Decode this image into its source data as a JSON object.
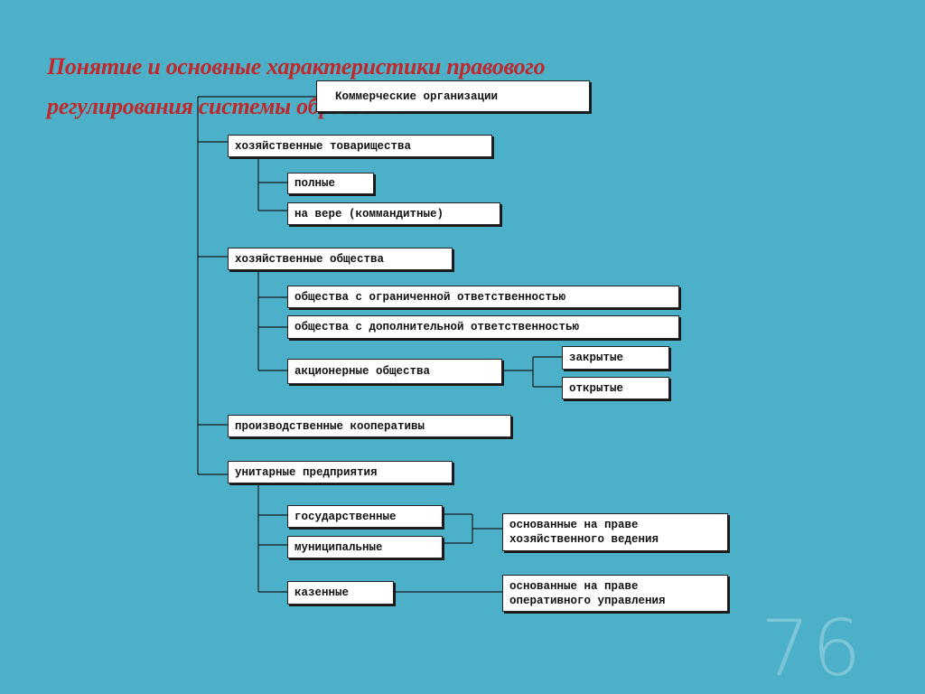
{
  "title": {
    "line1": "Понятие и основные характеристики правового",
    "line2": "регулирования системы образования"
  },
  "diagram": {
    "root": "Коммерческие организации",
    "partnerships": "хозяйственные товарищества",
    "full": "полные",
    "limited_partnership": "на вере (коммандитные)",
    "companies": "хозяйственные общества",
    "llc": "общества с ограниченной ответственностью",
    "alc": "общества с дополнительной ответственностью",
    "jsc": "акционерные общества",
    "closed": "закрытые",
    "open": "открытые",
    "coops": "производственные кооперативы",
    "unitary": "унитарные предприятия",
    "state": "государственные",
    "municipal": "муниципальные",
    "economic_mgmt_1": "основанные на праве",
    "economic_mgmt_2": "хозяйственного ведения",
    "treasury": "казенные",
    "operational_mgmt_1": "основанные на праве",
    "operational_mgmt_2": "оперативного управления"
  },
  "page_number": "76"
}
